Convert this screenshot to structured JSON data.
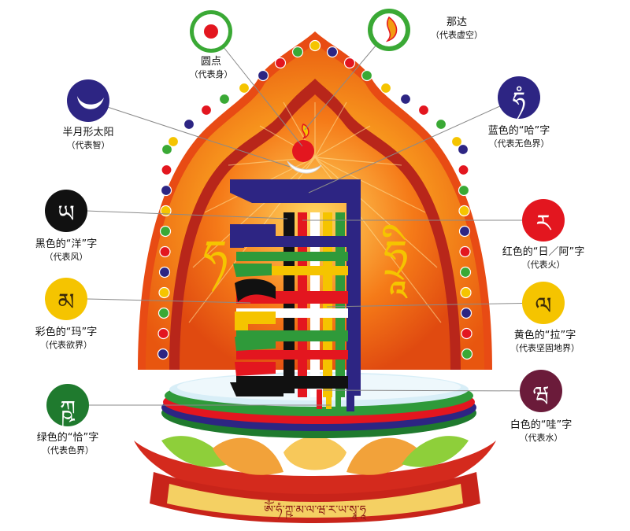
{
  "title": "",
  "nodes": [
    {
      "id": "dot",
      "title": "圆点",
      "subtitle": "（代表身）",
      "color": "#e3161f",
      "ring": "#3aa935",
      "icon": "red-dot-icon"
    },
    {
      "id": "nada",
      "title": "那达",
      "subtitle": "（代表虚空）",
      "color": "#f39c12",
      "ring": "#3aa935",
      "icon": "flame-icon"
    },
    {
      "id": "moon",
      "title": "半月形太阳",
      "subtitle": "（代表智）",
      "color": "#ffffff",
      "ring": "#2d2583",
      "icon": "crescent-moon-icon"
    },
    {
      "id": "ha",
      "title": "蓝色的“哈”字",
      "subtitle": "（代表无色界）",
      "color": "#ffffff",
      "ring": "#2d2583",
      "icon": "ha-syllable-icon"
    },
    {
      "id": "yang",
      "title": "黑色的“洋”字",
      "subtitle": "（代表风）",
      "color": "#ffffff",
      "ring": "#111111",
      "icon": "yang-syllable-icon"
    },
    {
      "id": "ra",
      "title": "红色的“日／阿”字",
      "subtitle": "（代表火）",
      "color": "#ffffff",
      "ring": "#e3161f",
      "icon": "ra-syllable-icon"
    },
    {
      "id": "ma",
      "title": "彩色的“玛”字",
      "subtitle": "（代表欲界）",
      "color": "#2a1a0a",
      "ring": "#f5c400",
      "icon": "ma-syllable-icon"
    },
    {
      "id": "la",
      "title": "黄色的“拉”字",
      "subtitle": "（代表坚固地界）",
      "color": "#2a1a0a",
      "ring": "#f5c400",
      "icon": "la-syllable-icon"
    },
    {
      "id": "ksha",
      "title": "绿色的“恰”字",
      "subtitle": "（代表色界）",
      "color": "#ffffff",
      "ring": "#1f7a2e",
      "icon": "ksha-syllable-icon"
    },
    {
      "id": "va",
      "title": "白色的“哇”字",
      "subtitle": "（代表水）",
      "color": "#ffffff",
      "ring": "#6b1b3a",
      "icon": "va-syllable-icon"
    }
  ],
  "colors": {
    "aura_outer": "#f08a1c",
    "aura_inner": "#f46a10",
    "aura_light": "#f9b23a",
    "frame": "#b8261a",
    "blue": "#2d2583",
    "red": "#e3161f",
    "yellow": "#f5c400",
    "green": "#2f9a3a",
    "black": "#111111"
  }
}
